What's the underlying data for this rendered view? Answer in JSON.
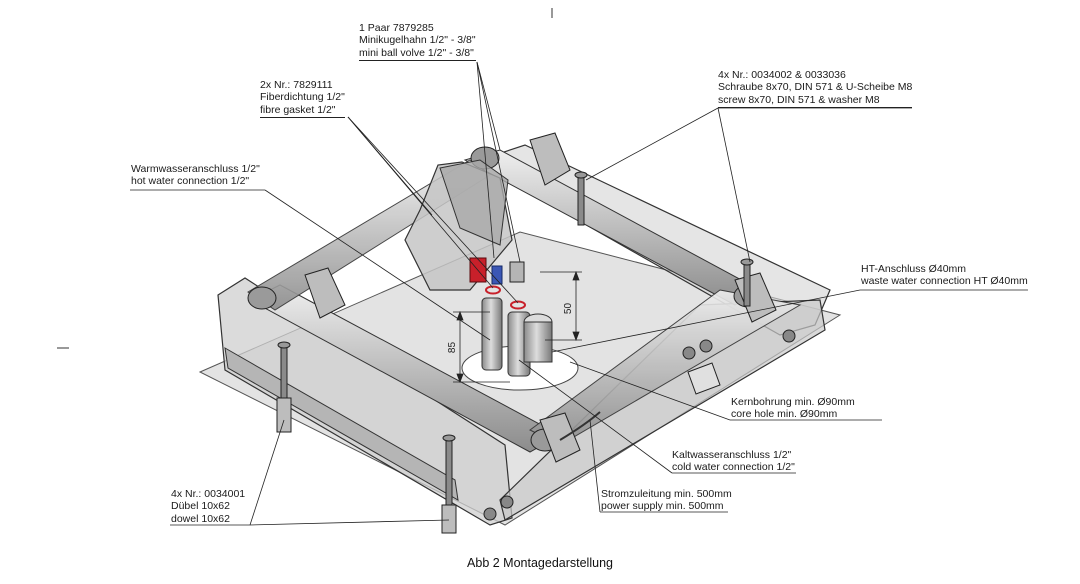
{
  "labels": {
    "ball_valve": {
      "line1": "1 Paar 7879285",
      "line2": "Minikugelhahn 1/2\" - 3/8\"",
      "line3": "mini ball volve 1/2\" - 3/8\""
    },
    "screws": {
      "line1": "4x Nr.: 0034002 & 0033036",
      "line2": "Schraube 8x70, DIN 571 & U-Scheibe M8",
      "line3": "screw 8x70, DIN 571 & washer M8"
    },
    "gasket": {
      "line1": "2x Nr.: 7829111",
      "line2": "Fiberdichtung 1/2\"",
      "line3": "fibre gasket 1/2\""
    },
    "hot_water": {
      "line1": "Warmwasseranschluss 1/2\"",
      "line2": "hot water connection 1/2\""
    },
    "ht": {
      "line1": "HT-Anschluss Ø40mm",
      "line2": "waste water connection HT Ø40mm"
    },
    "core_hole": {
      "line1": "Kernbohrung min. Ø90mm",
      "line2": "core hole min. Ø90mm"
    },
    "cold_water": {
      "line1": "Kaltwasseranschluss 1/2\"",
      "line2": "cold water connection 1/2\""
    },
    "power": {
      "line1": "Stromzuleitung min. 500mm",
      "line2": "power supply min. 500mm"
    },
    "dowels": {
      "line1": "4x Nr.: 0034001",
      "line2": "Dübel 10x62",
      "line3": "dowel 10x62"
    }
  },
  "dimensions": {
    "height_85": "85",
    "height_50": "50"
  },
  "caption": "Abb 2 Montagedarstellung",
  "colors": {
    "frame_fill": "#d9d9d9",
    "frame_stroke": "#3a3a3a",
    "valve_red": "#c8202a",
    "valve_blue": "#3b57b5"
  }
}
